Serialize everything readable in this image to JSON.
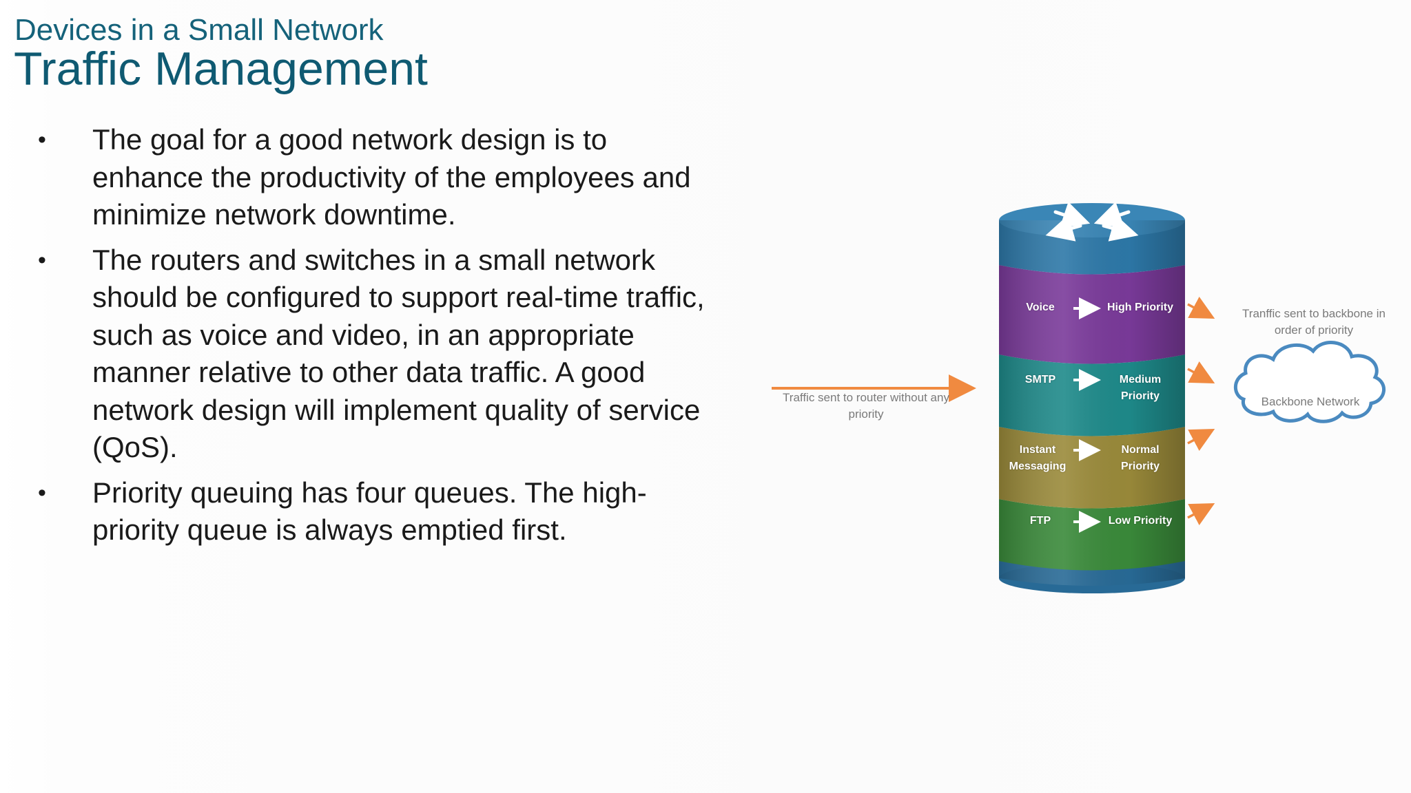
{
  "header": {
    "subtitle": "Devices in a Small Network",
    "title": "Traffic Management"
  },
  "bullets": [
    {
      "text": "The goal for a good network design is to enhance the productivity of the employees and minimize network downtime."
    },
    {
      "text": "The routers and switches in a small network should be configured to support real-time traffic, such as voice and video, in an appropriate manner relative to other data traffic. A good network design will implement quality of service (QoS)."
    },
    {
      "text": "Priority queuing has four queues. The high-priority queue is always emptied first."
    }
  ],
  "diagram": {
    "input_label": "Traffic sent to router without any priority",
    "output_label": "Tranffic sent to backbone in order of priority",
    "cloud_label": "Backbone Network",
    "queues": [
      {
        "source": "Voice",
        "priority": "High Priority",
        "color": "#7a3a9a"
      },
      {
        "source": "SMTP",
        "priority": "Medium Priority",
        "color": "#1e8a8a"
      },
      {
        "source": "Instant Messaging",
        "priority": "Normal Priority",
        "color": "#9a8a3a"
      },
      {
        "source": "FTP",
        "priority": "Low Priority",
        "color": "#3a8a3a"
      }
    ],
    "colors": {
      "router_top": "#2d78a8",
      "router_bottom": "#2a6f9c",
      "arrow": "#f08a40",
      "cloud_outline": "#4a8ac0"
    }
  }
}
